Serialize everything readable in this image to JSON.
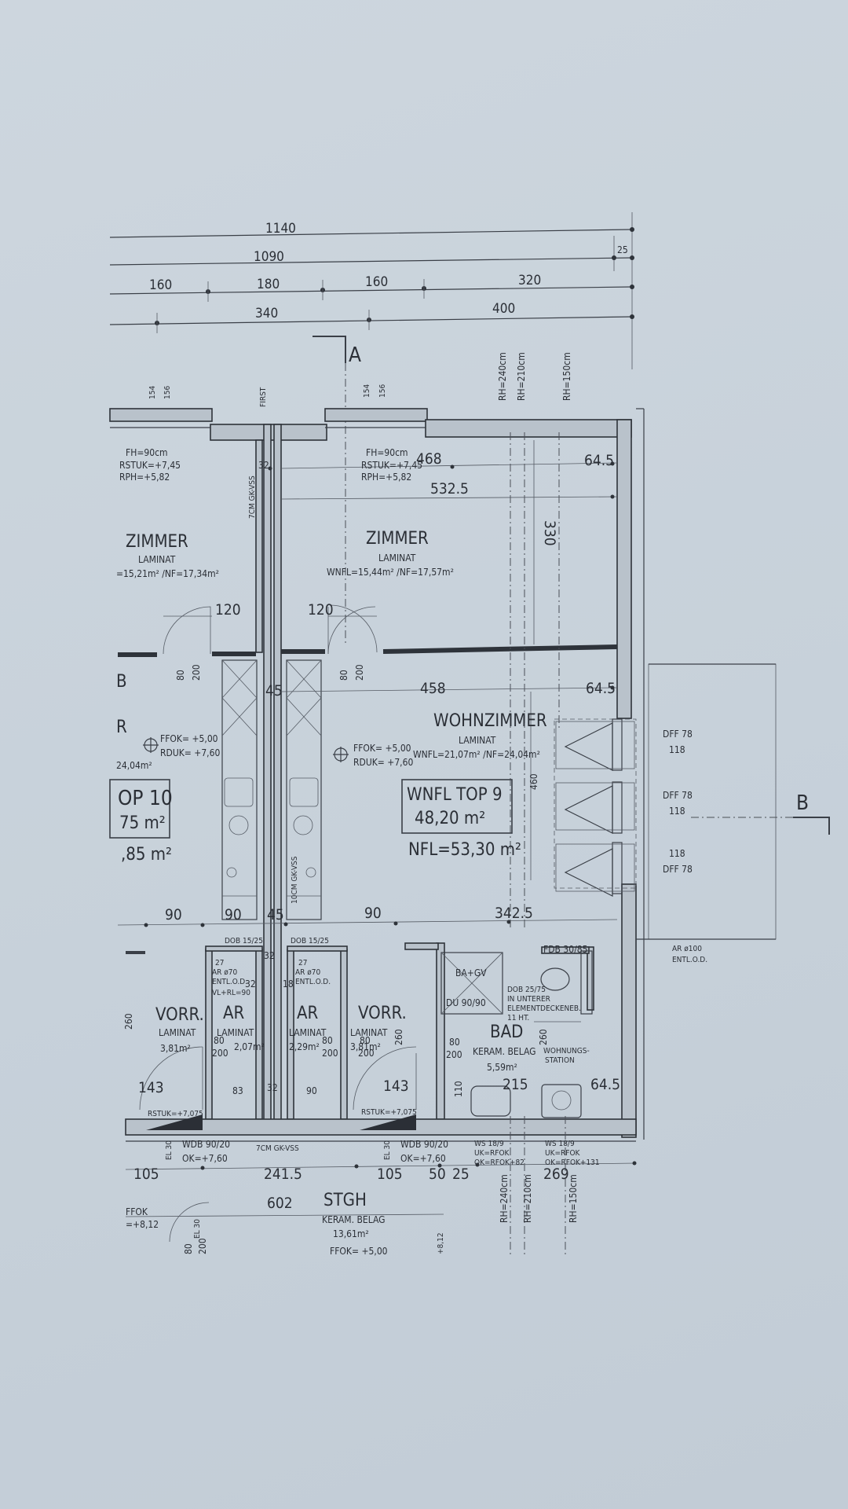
{
  "dimensions": {
    "top_total": "1140",
    "row2_total": "1090",
    "row2_offset": "25",
    "row3": [
      "160",
      "180",
      "160",
      "320"
    ],
    "row4": [
      "340",
      "400"
    ],
    "rh_top": [
      "RH=240cm",
      "RH=210cm",
      "RH=150cm"
    ],
    "left_window": [
      "154",
      "156"
    ],
    "right_window": [
      "154",
      "156"
    ],
    "first_label": "FIRST",
    "wall_32": "32",
    "dim_468": "468",
    "dim_5325": "532.5",
    "dim_645a": "64.5",
    "dim_330": "330",
    "door_120a": "120",
    "door_120b": "120",
    "door_80a": "80",
    "door_200a": "200",
    "door_80b": "80",
    "door_200b": "200",
    "dim_45": "45",
    "dim_458": "458",
    "dim_645b": "64.5",
    "dim_460": "460",
    "dim_90a": "90",
    "dim_90b": "90",
    "dim_45b": "45",
    "dim_90c": "90",
    "dim_3425": "342.5",
    "bottom": [
      "105",
      "241.5",
      "105",
      "50",
      "25",
      "269"
    ],
    "bottom_602": "602",
    "rh_bottom": [
      "RH=240cm",
      "RH=210cm",
      "RH=150cm"
    ],
    "dim_143a": "143",
    "dim_143b": "143",
    "dim_260a": "260",
    "dim_260b": "260",
    "dim_260c": "260",
    "dim_215": "215",
    "dim_645c": "64.5",
    "dim_32b": "32",
    "dim_18": "18",
    "dim_32c": "32",
    "dim_32d": "32"
  },
  "section_a": "A",
  "section_b": "B",
  "rooms": {
    "zimmer_left": {
      "name": "ZIMMER",
      "floor": "LAMINAT",
      "area": "=15,21m² /NF=17,34m²",
      "rstuk": "RSTUK=+7,45",
      "rph": "RPH=+5,82",
      "fh": "FH=90cm"
    },
    "zimmer_right": {
      "name": "ZIMMER",
      "floor": "LAMINAT",
      "area": "WNFL=15,44m² /NF=17,57m²",
      "rstuk": "RSTUK=+7,45",
      "rph": "RPH=+5,82",
      "fh": "FH=90cm"
    },
    "wohnzimmer": {
      "name": "WOHNZIMMER",
      "floor": "LAMINAT",
      "area": "WNFL=21,07m² /NF=24,04m²"
    },
    "left_partial": {
      "name": "R",
      "area": "24,04m²",
      "top_label": "OP 10",
      "area1": "75 m²",
      "area2": ",85 m²",
      "cut_b": "B"
    },
    "vorr_left": {
      "name": "VORR.",
      "floor": "LAMINAT",
      "area": "3,81m²"
    },
    "ar_left": {
      "name": "AR",
      "floor": "LAMINAT",
      "area": "2,07m²"
    },
    "ar_right": {
      "name": "AR",
      "floor": "LAMINAT",
      "area": "2,29m²"
    },
    "vorr_right": {
      "name": "VORR.",
      "floor": "LAMINAT",
      "area": "3,81m²"
    },
    "bad": {
      "name": "BAD",
      "floor": "KERAM. BELAG",
      "area": "5,59m²"
    },
    "stgh": {
      "name": "STGH",
      "floor": "KERAM. BELAG",
      "area": "13,61m²"
    }
  },
  "unit_box": {
    "line1": "WNFL TOP 9",
    "line2": "48,20 m²",
    "nfl": "NFL=53,30 m²"
  },
  "levels": {
    "left_ffok": "FFOK= +5,00",
    "left_rduk": "RDUK= +7,60",
    "right_ffok": "FFOK= +5,00",
    "right_rduk": "RDUK= +7,60"
  },
  "windows": [
    "DFF 78",
    "118",
    "DFF 78",
    "118",
    "118",
    "DFF 78"
  ],
  "notes": {
    "wall_type": "7CM GK-VSS",
    "wall_type2": "10CM GK-VSS",
    "dob_left": "DOB 15/25",
    "dob_right": "DOB 15/25",
    "ar_left_note1": "AR ø70",
    "ar_left_note2": "ENTL.O.D.",
    "ar_left_note3": "VL+RL=90",
    "ar_right_note1": "AR ø70",
    "ar_right_note2": "ENTL.O.D.",
    "fdb": "FDB 30/85",
    "ar100a": "AR ø100",
    "ar100b": "ENTL.O.D.",
    "du1": "BA+GV",
    "du2": "DU 90/90",
    "dob_bad1": "DOB 25/75",
    "dob_bad2": "IN UNTERER",
    "dob_bad3": "ELEMENTDECKENEB.",
    "dob_bad4": "11 HT.",
    "station1": "WOHNUNGS-",
    "station2": "STATION",
    "rstuk_l": "RSTUK=+7,075",
    "rstuk_r": "RSTUK=+7,075",
    "wdb_l1": "WDB 90/20",
    "wdb_l2": "OK=+7,60",
    "wdb_r1": "WDB 90/20",
    "wdb_r2": "OK=+7,60",
    "el_l": "EL 30",
    "el_r": "EL 30",
    "ws_l1": "WS 18/9",
    "ws_l2": "UK=RFOK",
    "ws_l3": "OK=RFOK+82",
    "ws_r1": "WS 18/9",
    "ws_r2": "UK=RFOK",
    "ws_r3": "OK=RFOK+131",
    "wall_bottom": "7CM GK-VSS",
    "ffok_bottom": "FFOK",
    "ffok_bottom_val": "=+8,12",
    "el_bottom": "EL 30",
    "ffok_bottom2": "FFOK= +5,00",
    "rh_mini": "+8,12",
    "dim_80c": "80",
    "dim_200c": "200",
    "ar_80": "80",
    "ar_200": "200",
    "ar_80b": "80",
    "ar_200b": "200",
    "vorr_80": "80",
    "vorr_200": "200",
    "bad_80": "80",
    "bad_200": "200",
    "dim_83": "83",
    "dim_90d": "90",
    "dim_110": "110",
    "dim_27a": "27",
    "dim_27b": "27"
  }
}
